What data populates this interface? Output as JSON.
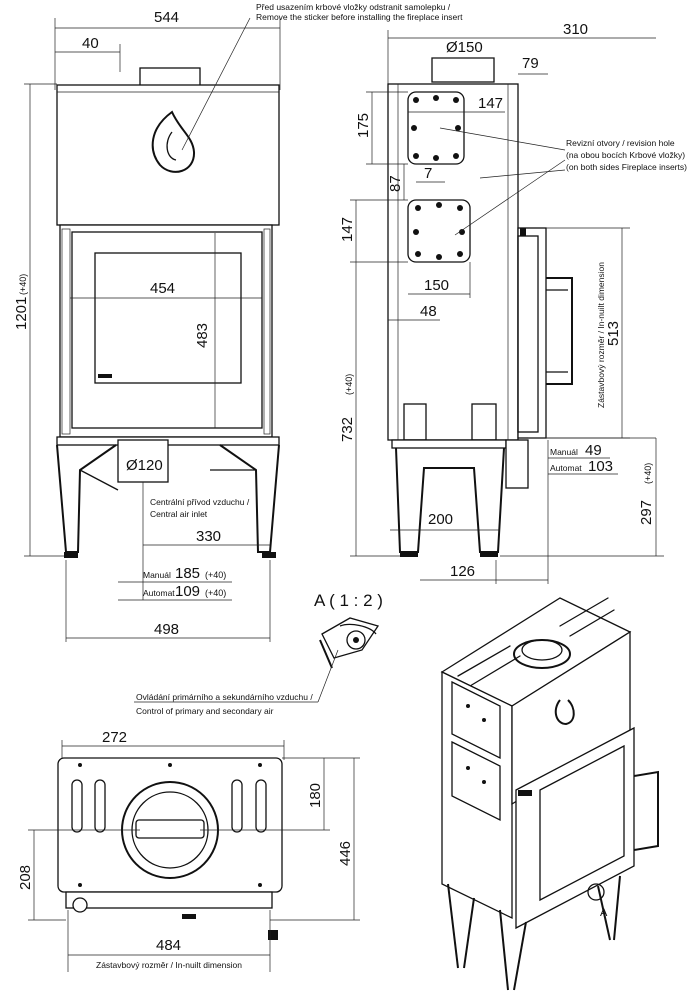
{
  "front_view": {
    "width_total": "544",
    "top_offset": "40",
    "height_total": "1201",
    "height_total_note": "(+40)",
    "glass_width": "454",
    "glass_height": "483",
    "inlet_diameter": "Ø120",
    "inlet_label_cz": "Centrální přívod vzduchu /",
    "inlet_label_en": "Central air inlet",
    "inlet_offset": "330",
    "leg_width": "498",
    "manual_label": "Manuál",
    "manual_value": "185",
    "manual_note": "(+40)",
    "automat_label": "Automat",
    "automat_value": "109",
    "automat_note": "(+40)",
    "sticker_note_cz": "Před usazením krbové vložky odstranit samolepku /",
    "sticker_note_en": "Remove the sticker before installing the fireplace insert"
  },
  "side_view": {
    "depth_total": "310",
    "flue_diameter": "Ø150",
    "flue_offset": "79",
    "hole_size": "147",
    "hole_top_height": "175",
    "hole_gap": "87",
    "hole_side": "7",
    "hole2_height": "147",
    "hole2_width": "150",
    "hole2_offset": "48",
    "revision_note_cz": "Revizní otvory / revision hole",
    "revision_note_cz2": "(na obou bocích Krbové vložky)",
    "revision_note_en": "(on both sides Fireplace inserts)",
    "builtin_height": "513",
    "builtin_label": "Zástavbový rozměr / In-nuilt dimension",
    "height_732": "732",
    "height_732_note": "(+40)",
    "manual_label": "Manuál",
    "manual_value": "49",
    "automat_label": "Automat",
    "automat_value": "103",
    "leg_height": "297",
    "leg_height_note": "(+40)",
    "leg_width": "200",
    "foot_offset": "126"
  },
  "detail": {
    "title": "A ( 1 : 2 )",
    "control_note_cz": "Ovládání primárního a sekundárního vzduchu /",
    "control_note_en": "Control of primary and secondary air"
  },
  "top_view": {
    "width_272": "272",
    "depth_180": "180",
    "depth_446": "446",
    "depth_208": "208",
    "width_484": "484",
    "builtin_label": "Zástavbový rozměr / In-nuilt dimension"
  },
  "iso_view": {
    "marker": "A"
  }
}
